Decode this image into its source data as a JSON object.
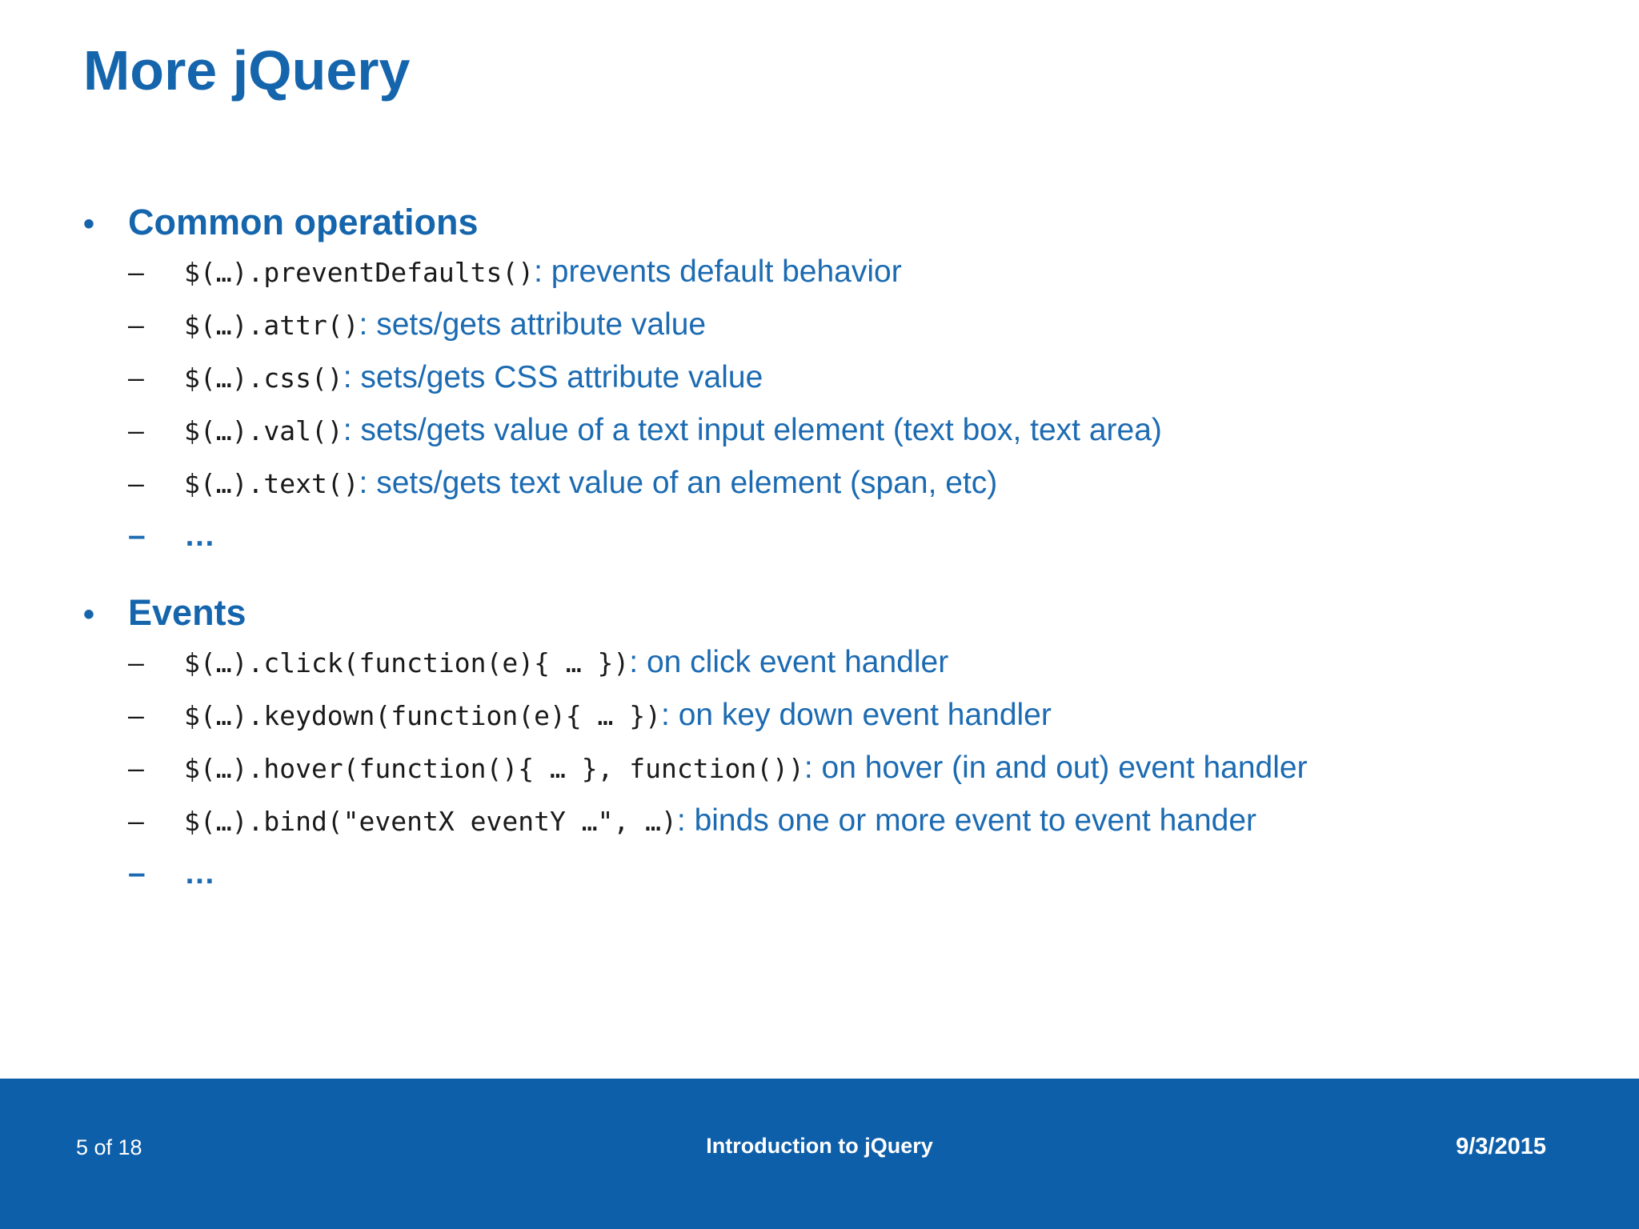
{
  "slide": {
    "title": "More jQuery",
    "bullet_glyph": "•",
    "dash_glyph": "–",
    "sections": [
      {
        "heading": "Common operations",
        "items": [
          {
            "code": "$(…).preventDefaults()",
            "desc": ": prevents default behavior"
          },
          {
            "code": "$(…).attr()",
            "desc": ": sets/gets attribute value"
          },
          {
            "code": "$(…).css()",
            "desc": ": sets/gets CSS attribute value"
          },
          {
            "code": "$(…).val()",
            "desc": ": sets/gets value of a text input element (text box, text area)"
          },
          {
            "code": "$(…).text()",
            "desc": ": sets/gets text value of an element (span, etc)"
          },
          {
            "code": "",
            "desc": "…"
          }
        ]
      },
      {
        "heading": "Events",
        "items": [
          {
            "code": "$(…).click(function(e){ … })",
            "desc": ": on click event handler"
          },
          {
            "code": "$(…).keydown(function(e){ … })",
            "desc": ": on key down event handler"
          },
          {
            "code": "$(…).hover(function(){ … }, function())",
            "desc": ": on hover (in and out) event handler"
          },
          {
            "code": "$(…).bind(\"eventX eventY …\", …)",
            "desc": ": binds one or more event to event hander"
          },
          {
            "code": "",
            "desc": "…"
          }
        ]
      }
    ],
    "footer": {
      "page_indicator": "5 of 18",
      "deck_title": "Introduction to jQuery",
      "date": "9/3/2015"
    },
    "colors": {
      "heading_blue": "#1565ad",
      "description_blue": "#1c6bb2",
      "code_black": "#1a1a1a",
      "footer_bar_blue": "#0e5faa",
      "footer_text": "#ffffff",
      "background": "#ffffff"
    }
  }
}
